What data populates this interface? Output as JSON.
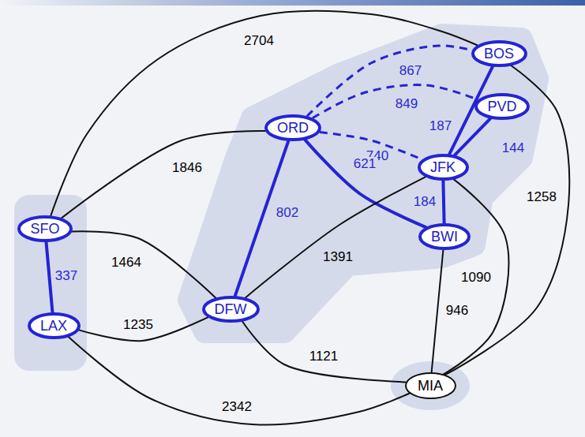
{
  "diagram": {
    "nodes": [
      {
        "text": [
          "BOS"
        ]
      },
      {
        "text": [
          "PVD"
        ]
      },
      {
        "text": [
          "ORD"
        ]
      },
      {
        "text": [
          "JFK"
        ]
      },
      {
        "text": [
          "SFO"
        ]
      },
      {
        "text": [
          "BWI"
        ]
      },
      {
        "text": [
          "DFW"
        ]
      },
      {
        "text": [
          "LAX"
        ]
      },
      {
        "text": [
          "MIA"
        ]
      }
    ],
    "edges": [
      {
        "from": 4,
        "to": 0,
        "label": "2704",
        "arrow": "none"
      },
      {
        "from": 2,
        "to": 0,
        "label": "867",
        "arrow": "none"
      },
      {
        "from": 2,
        "to": 1,
        "label": "849",
        "arrow": "none"
      },
      {
        "from": 2,
        "to": 3,
        "label": "740",
        "arrow": "none"
      },
      {
        "from": 3,
        "to": 0,
        "label": "187",
        "arrow": "none"
      },
      {
        "from": 3,
        "to": 1,
        "label": "144",
        "arrow": "none"
      },
      {
        "from": 2,
        "to": 5,
        "label": "621",
        "arrow": "none"
      },
      {
        "from": 3,
        "to": 5,
        "label": "184",
        "arrow": "none"
      },
      {
        "from": 2,
        "to": 6,
        "label": "802",
        "arrow": "none"
      },
      {
        "from": 2,
        "to": 4,
        "label": "1846",
        "arrow": "none"
      },
      {
        "from": 0,
        "to": 8,
        "label": "1258",
        "arrow": "none"
      },
      {
        "from": 4,
        "to": 7,
        "label": "337",
        "arrow": "none"
      },
      {
        "from": 4,
        "to": 6,
        "label": "1464",
        "arrow": "none"
      },
      {
        "from": 6,
        "to": 3,
        "label": "1391",
        "arrow": "none"
      },
      {
        "from": 3,
        "to": 8,
        "label": "1090",
        "arrow": "none"
      },
      {
        "from": 5,
        "to": 8,
        "label": "946",
        "arrow": "none"
      },
      {
        "from": 7,
        "to": 6,
        "label": "1235",
        "arrow": "none"
      },
      {
        "from": 6,
        "to": 8,
        "label": "1121",
        "arrow": "none"
      },
      {
        "from": 7,
        "to": 8,
        "label": "2342",
        "arrow": "none"
      }
    ]
  }
}
